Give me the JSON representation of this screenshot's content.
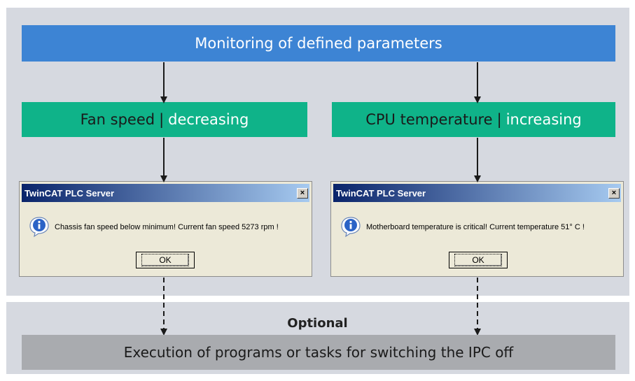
{
  "header": {
    "text": "Monitoring of defined parameters"
  },
  "branches": [
    {
      "label_main": "Fan speed",
      "separator": "|",
      "label_trend": "decreasing",
      "dialog": {
        "title": "TwinCAT PLC Server",
        "close_label": "×",
        "icon": "info-icon",
        "message": "Chassis fan speed below minimum! Current fan speed 5273 rpm !",
        "ok_label": "OK"
      }
    },
    {
      "label_main": "CPU temperature",
      "separator": "|",
      "label_trend": "increasing",
      "dialog": {
        "title": "TwinCAT PLC Server",
        "close_label": "×",
        "icon": "info-icon",
        "message": "Motherboard temperature is critical! Current temperature 51° C !",
        "ok_label": "OK"
      }
    }
  ],
  "optional": {
    "label": "Optional"
  },
  "execution": {
    "text": "Execution of programs or tasks for switching the IPC off"
  },
  "colors": {
    "header_blue": "#3d84d4",
    "condition_green": "#0fb389",
    "panel_gray": "#d6d9e0",
    "execution_gray": "#a9abaf"
  }
}
